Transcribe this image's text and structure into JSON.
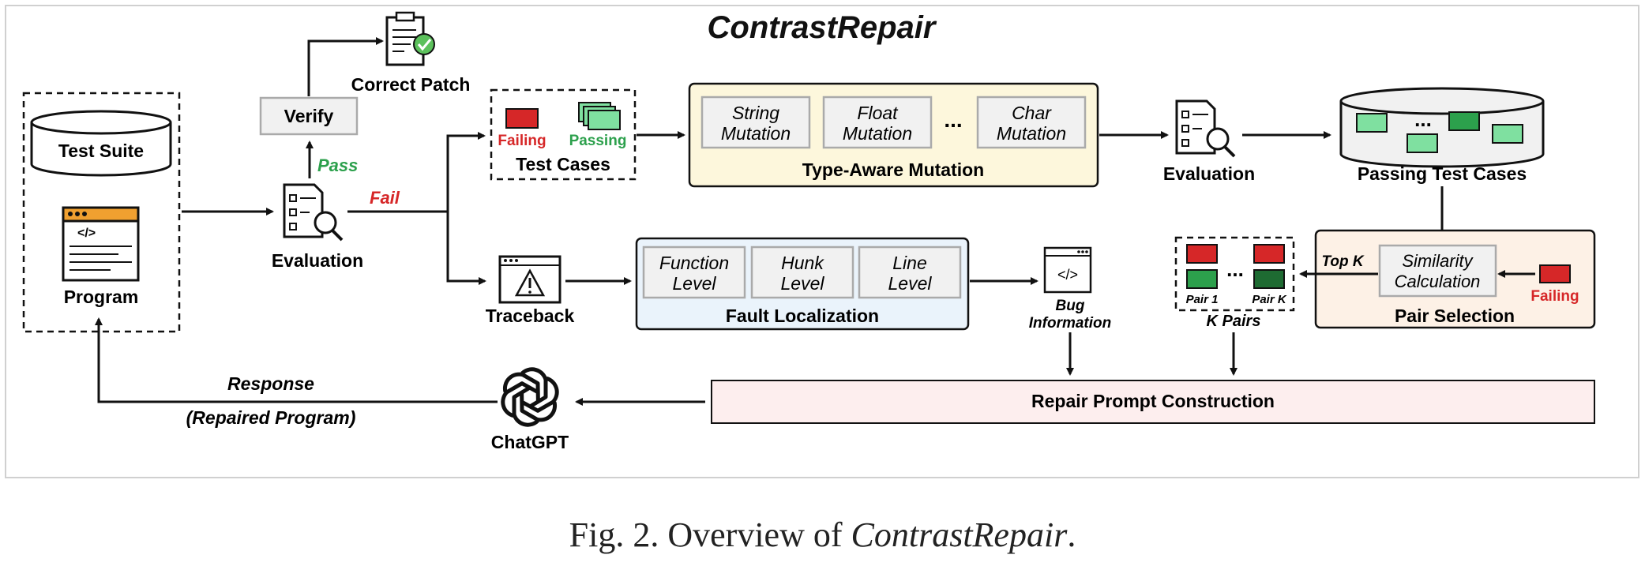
{
  "title": "ContrastRepair",
  "caption": {
    "prefix": "Fig. 2.  Overview of ",
    "name": "ContrastRepair",
    "suffix": "."
  },
  "colors": {
    "failing": "#d62728",
    "passing": "#2ca04c",
    "mutation_bg": "#fdf7dc",
    "fault_bg": "#eaf3fb",
    "pair_bg": "#fdf1e6",
    "prompt_bg": "#fdeeee"
  },
  "program_box": {
    "test_suite": "Test Suite",
    "program": "Program",
    "icon": "code-window-icon"
  },
  "verify": {
    "label": "Verify",
    "correct_patch": "Correct Patch",
    "icon": "clipboard-check-icon"
  },
  "evaluation_left": {
    "label": "Evaluation",
    "pass": "Pass",
    "fail": "Fail",
    "icon": "checklist-magnifier-icon"
  },
  "test_cases": {
    "failing": "Failing",
    "passing": "Passing",
    "label": "Test Cases"
  },
  "type_aware_mutation": {
    "items": [
      "String\nMutation",
      "Float\nMutation",
      "...",
      "Char\nMutation"
    ],
    "label": "Type-Aware Mutation"
  },
  "evaluation_right": {
    "label": "Evaluation"
  },
  "passing_test_cases": {
    "dots": "...",
    "label": "Passing Test Cases"
  },
  "pair_selection": {
    "similarity": "Similarity\nCalculation",
    "failing": "Failing",
    "top_k": "Top K",
    "label": "Pair Selection"
  },
  "k_pairs": {
    "dots": "...",
    "pair1": "Pair 1",
    "pairk": "Pair K",
    "label": "K Pairs"
  },
  "traceback": {
    "label": "Traceback",
    "icon": "warning-window-icon"
  },
  "fault_localization": {
    "items": [
      "Function\nLevel",
      "Hunk\nLevel",
      "Line\nLevel"
    ],
    "label": "Fault Localization"
  },
  "bug_info": {
    "label": "Bug\nInformation",
    "icon": "code-document-icon"
  },
  "repair_prompt": {
    "label": "Repair Prompt Construction"
  },
  "chatgpt": {
    "label": "ChatGPT",
    "icon": "openai-logo-icon"
  },
  "response": {
    "line1": "Response",
    "line2": "(Repaired Program)"
  }
}
